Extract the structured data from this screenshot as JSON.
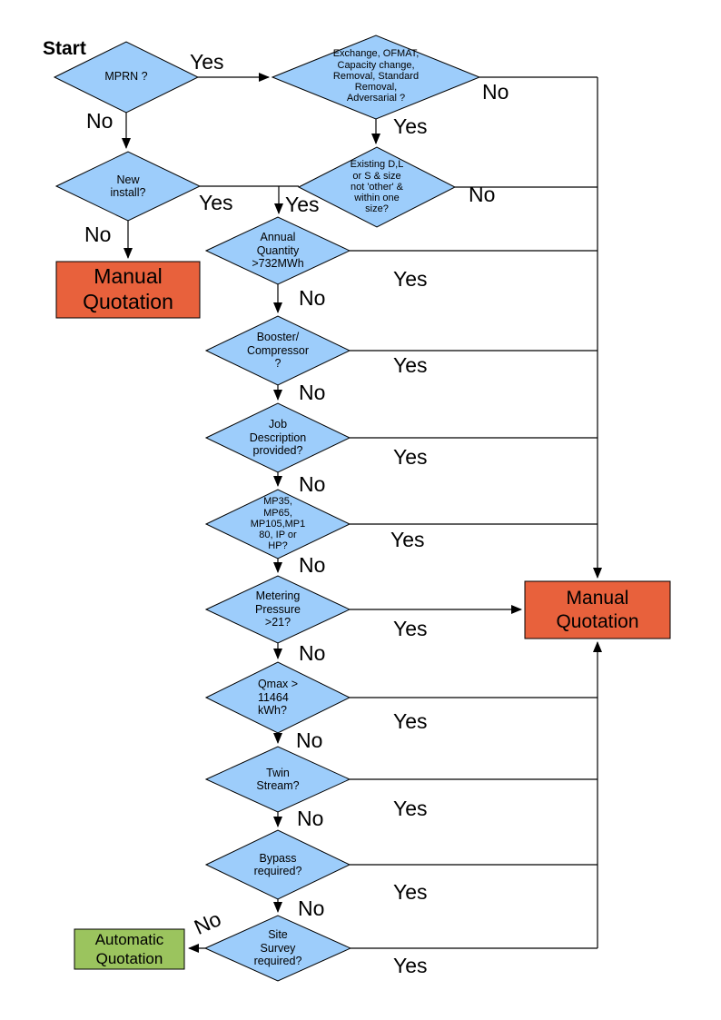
{
  "colors": {
    "decision_fill": "#9DCDFB",
    "manual_fill": "#E8613C",
    "auto_fill": "#9BC45E",
    "line": "#000000"
  },
  "labels": {
    "start": "Start",
    "mprn": "MPRN ?",
    "exchange": "Exchange, OFMAT,\nCapacity change,\nRemoval, Standard\nRemoval,\nAdversarial ?",
    "new_install": "New\ninstall?",
    "existing": "Existing D,L\nor S & size\nnot 'other' &\nwithin one\nsize?",
    "annual": "Annual\nQuantity\n>732MWh",
    "booster": "Booster/\nCompressor\n?",
    "job": "Job\nDescription\nprovided?",
    "mp": "MP35,\nMP65,\nMP105,MP1\n80, IP or\nHP?",
    "metering": "Metering\nPressure\n>21?",
    "qmax": "Qmax >\n11464\nkWh?",
    "twin": "Twin\nStream?",
    "bypass": "Bypass\nrequired?",
    "site": "Site\nSurvey\nrequired?",
    "manual_left": "Manual\nQuotation",
    "manual_right": "Manual\nQuotation",
    "auto": "Automatic\nQuotation"
  },
  "edges": {
    "mprn_yes": "Yes",
    "mprn_no": "No",
    "exchange_yes": "Yes",
    "exchange_no": "No",
    "new_install_yes": "Yes",
    "new_install_no": "No",
    "existing_yes": "Yes",
    "existing_no": "No",
    "annual_yes": "Yes",
    "annual_no": "No",
    "booster_yes": "Yes",
    "booster_no": "No",
    "job_yes": "Yes",
    "job_no": "No",
    "mp_yes": "Yes",
    "mp_no": "No",
    "metering_yes": "Yes",
    "metering_no": "No",
    "qmax_yes": "Yes",
    "qmax_no": "No",
    "twin_yes": "Yes",
    "twin_no": "No",
    "bypass_yes": "Yes",
    "bypass_no": "No",
    "site_yes": "Yes",
    "site_no": "No"
  }
}
